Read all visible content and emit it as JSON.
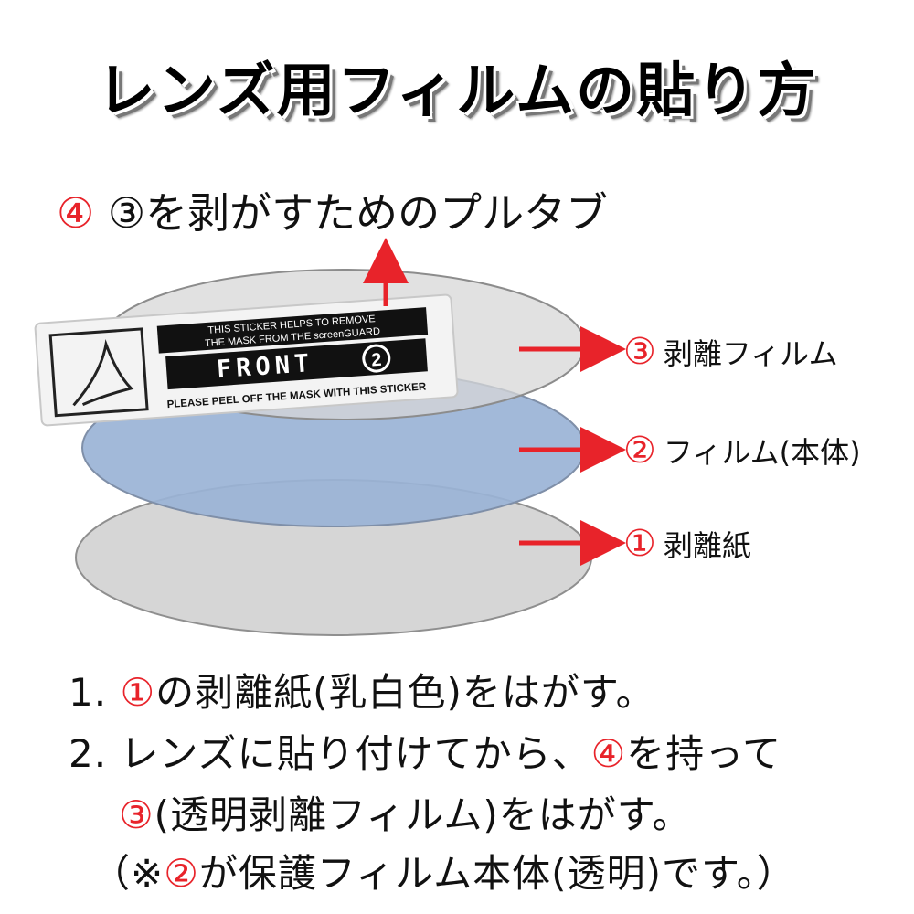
{
  "title": "レンズ用フィルムの貼り方",
  "tab_label": {
    "num": "④",
    "text": "③を剥がすためのプルタブ"
  },
  "layers": [
    {
      "num": "③",
      "text": "剥離フィルム"
    },
    {
      "num": "②",
      "text": "フィルム(本体)"
    },
    {
      "num": "①",
      "text": "剥離紙"
    }
  ],
  "sticker": {
    "line1": "THIS STICKER HELPS TO REMOVE",
    "line2": "THE MASK FROM THE screenGUARD",
    "front": "FRONT",
    "front_num": "2",
    "peel": "PLEASE PEEL OFF THE MASK WITH THIS STICKER"
  },
  "instructions": {
    "step1": {
      "prefix": "1. ",
      "num": "①",
      "text": "の剥離紙(乳白色)をはがす。"
    },
    "step2a": {
      "prefix": "2. レンズに貼り付けてから、",
      "num": "④",
      "text": "を持って"
    },
    "step2b": {
      "num": "③",
      "text": "(透明剥離フィルム)をはがす。"
    },
    "note": {
      "prefix": "（※",
      "num": "②",
      "text": "が保護フィルム本体(透明)です。）"
    }
  },
  "colors": {
    "accent": "#e8232a",
    "film_blue": "#9ab3d6",
    "layer_gray": "#d6d6d6"
  }
}
